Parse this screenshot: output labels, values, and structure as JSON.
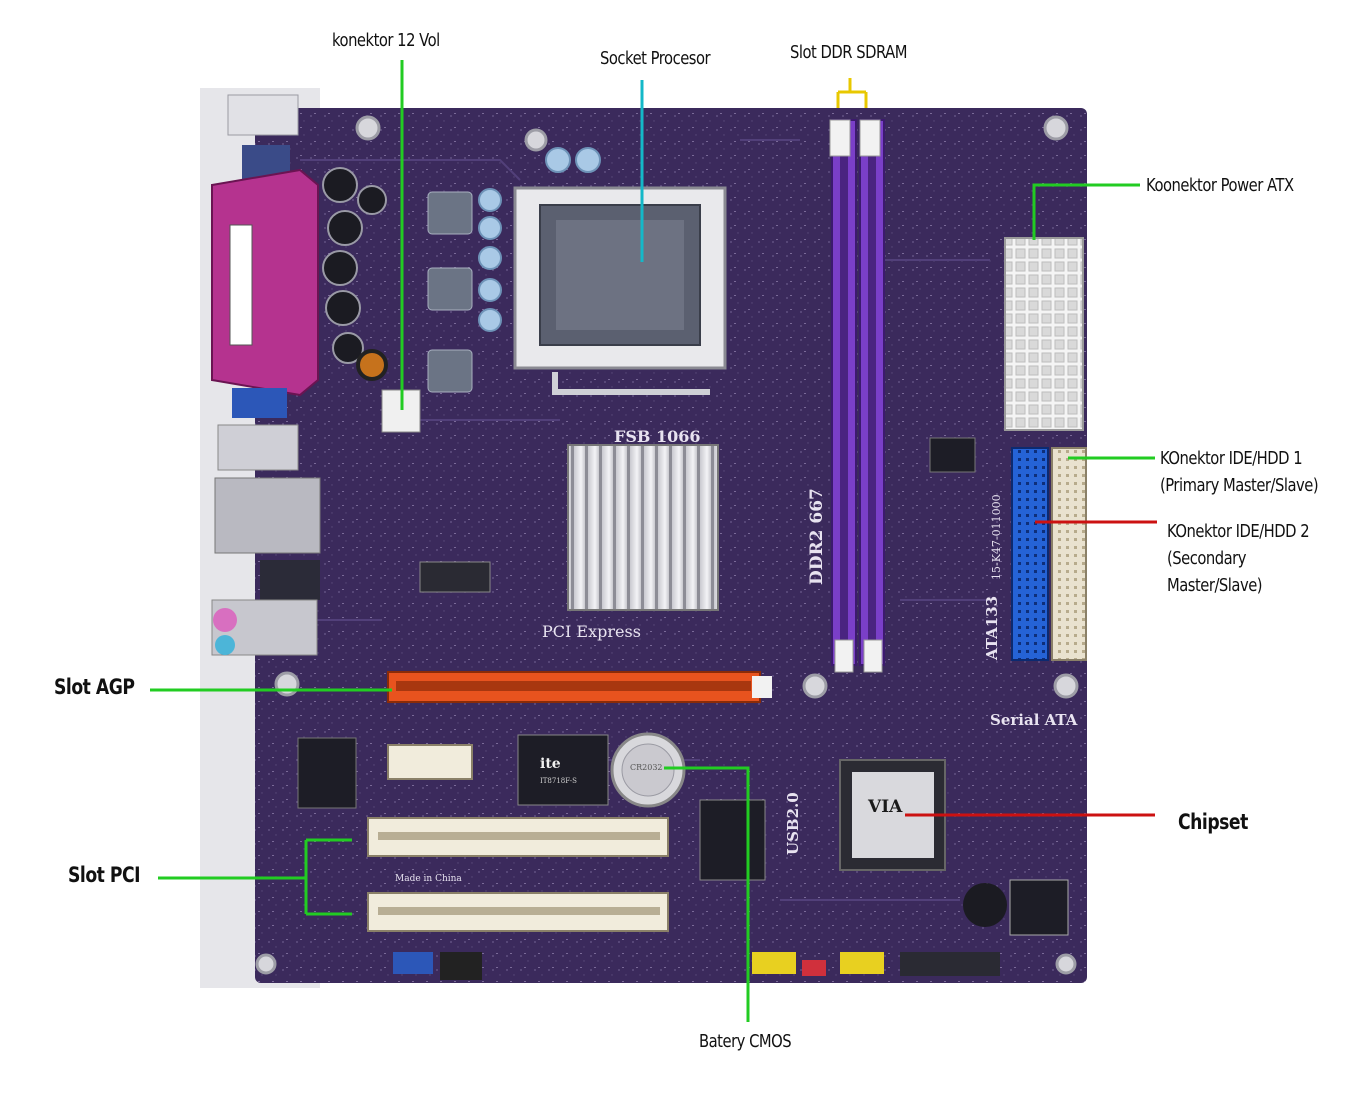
{
  "labels": {
    "konektor_12v": "konektor 12 Vol",
    "socket": "Socket Procesor",
    "ddr_slot": "Slot DDR SDRAM",
    "power_atx": "Koonektor Power ATX",
    "ide1_l1": "KOnektor IDE/HDD 1",
    "ide1_l2": "(Primary Master/Slave)",
    "ide2_l1": "KOnektor IDE/HDD 2",
    "ide2_l2": "(Secondary",
    "ide2_l3": "Master/Slave)",
    "agp": "Slot AGP",
    "pci": "Slot PCI",
    "chipset": "Chipset",
    "battery": "Batery CMOS"
  },
  "board_print": {
    "fsb": "FSB 1066",
    "ddr": "DDR2 667",
    "pci_express": "PCI Express",
    "serial_ata": "Serial ATA",
    "ata133": "ATA133",
    "usb": "USB2.0",
    "made_in": "Made in China",
    "part_no": "15-K47-011000",
    "ite": "ite",
    "ite_model": "IT8718F-S",
    "via": "VIA",
    "battery_text": "CR2032"
  },
  "colors": {
    "pcb": "#3b2a5c",
    "pcb_dark": "#2a1d45",
    "dimm": "#7a3fc8",
    "agp": "#e8531e",
    "parallel": "#b5338f",
    "ide_blue": "#2563d6",
    "green_line": "#22cc22",
    "red_line": "#cc1111",
    "yellow_line": "#e8c800",
    "teal_line": "#14b8c8"
  }
}
